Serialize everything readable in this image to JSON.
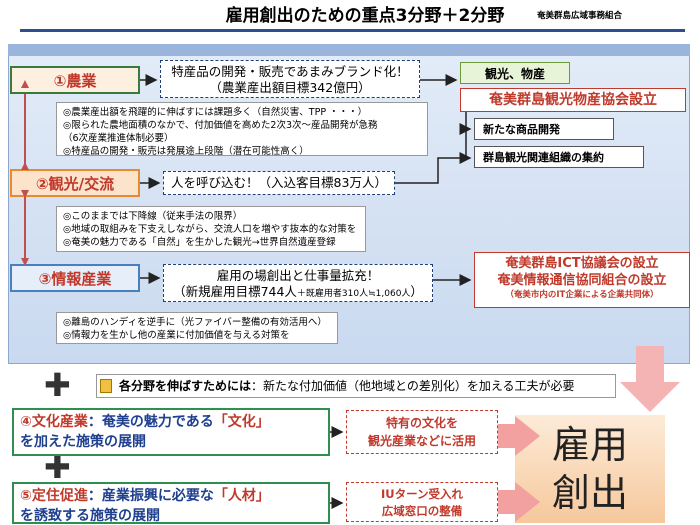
{
  "header": {
    "title": "雇用創出のための重点3分野＋2分野",
    "subtitle": "奄美群島広域事務組合"
  },
  "sectors": [
    {
      "label": "①農業",
      "target_line1": "特産品の開発・販売であまみブランド化！",
      "target_line2": "（農業産出額目標342億円）",
      "notes": [
        "◎農業産出額を飛躍的に伸ばすには課題多く（自然災害、TPP ・・・）",
        "◎限られた農地面積のなかで、付加価値を高めた2次3次～産品開発が急務",
        "（6次産業推進体制必要）",
        "◎特産品の開発・販売は発展途上段階（潜在可能性高く）"
      ]
    },
    {
      "label": "②観光/交流",
      "target_line1": "人を呼び込む！（入込客目標83万人）",
      "notes": [
        "◎このままでは下降線（従来手法の限界）",
        "◎地域の取組みを下支えしながら、交流人口を増やす抜本的な対策を",
        "◎奄美の魅力である「自然」を生かした観光→世界自然遺産登録"
      ]
    },
    {
      "label": "③情報産業",
      "target_line1": "雇用の場創出と仕事量拡充！",
      "target_line2": "（新規雇用目標744人",
      "target_line2_small": "＋既雇用者310人≒1,060人",
      "target_line2_end": "）",
      "notes": [
        "◎離島のハンディを逆手に（光ファイバー整備の有効活用へ）",
        "◎情報力を生かし他の産業に付加価値を与える対策を"
      ]
    }
  ],
  "tourism_panel": {
    "label": "観光、物産",
    "org": "奄美群島観光物産協会設立",
    "items": [
      "新たな商品開発",
      "群島観光関連組織の集約"
    ]
  },
  "ict_box": {
    "line1": "奄美群島ICT協議会の設立",
    "line2": "奄美情報通信協同組合の設立",
    "line3": "（奄美市内のIT企業による企業共同体）"
  },
  "additional": {
    "heading": "各分野を伸ばすためには",
    "text": "：新たな付加価値（他地域との差別化）を加える工夫が必要"
  },
  "culture": {
    "p1": "④文化産業",
    "p2": "：奄美の魅力である",
    "p3": "「文化」",
    "p4": "を加えた施策の展開",
    "result_line1": "特有の文化を",
    "result_line2": "観光産業などに活用"
  },
  "settlement": {
    "p1": "⑤定住促進",
    "p2": "：産業振興に必要な",
    "p3": "「人材」",
    "p4": "を誘致する施策の展開",
    "result_line1": "IUターン受入れ",
    "result_line2": "広域窓口の整備"
  },
  "employment": {
    "line1": "雇用",
    "line2": "創出"
  },
  "colors": {
    "accent_red": "#c0392b",
    "navy": "#1f3f7a",
    "green": "#3a7a3a"
  }
}
